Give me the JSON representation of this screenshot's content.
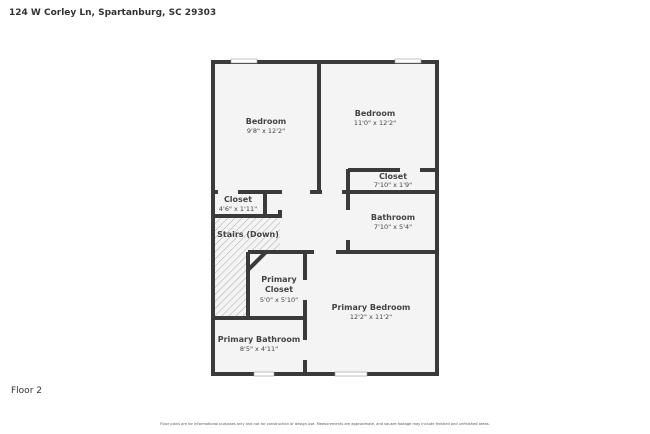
{
  "address": "124 W Corley Ln, Spartanburg, SC 29303",
  "floor_label": "Floor 2",
  "disclaimer": "Floor plans are for informational purposes only and not for construction or design use. Measurements are approximate, and square footage may include finished and unfinished areas.",
  "rooms": [
    {
      "name": "Bedroom",
      "dims": "9'8\" x 12'2\""
    },
    {
      "name": "Bedroom",
      "dims": "11'0\" x 12'2\""
    },
    {
      "name": "Closet",
      "dims": "7'10\" x 1'9\""
    },
    {
      "name": "Closet",
      "dims": "4'6\" x 1'11\""
    },
    {
      "name": "Bathroom",
      "dims": "7'10\" x 5'4\""
    },
    {
      "name": "Stairs (Down)",
      "dims": ""
    },
    {
      "name": "Primary",
      "name2": "Closet",
      "dims": "5'0\" x 5'10\""
    },
    {
      "name": "Primary Bedroom",
      "dims": "12'2\" x 11'2\""
    },
    {
      "name": "Primary Bathroom",
      "dims": "8'5\" x 4'11\""
    }
  ],
  "colors": {
    "wall": "#3a3a3a",
    "floor": "#f4f4f4"
  }
}
